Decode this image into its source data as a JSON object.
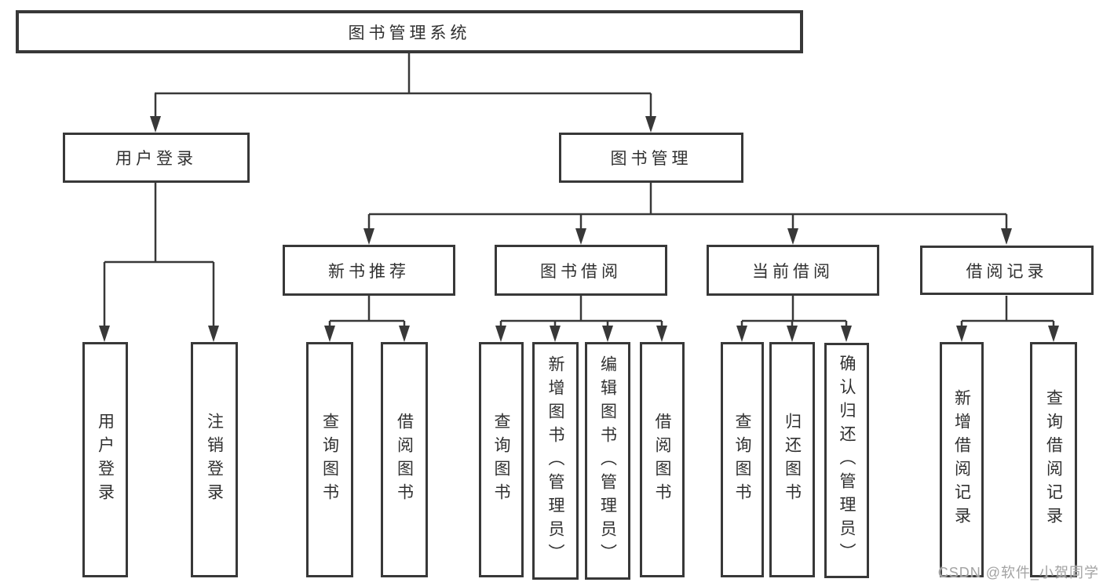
{
  "diagram_title": "图书管理系统",
  "tree": {
    "label": "图书管理系统",
    "children": [
      {
        "label": "用户登录",
        "children": [
          {
            "label": "用户登录"
          },
          {
            "label": "注销登录"
          }
        ]
      },
      {
        "label": "图书管理",
        "children": [
          {
            "label": "新书推荐",
            "children": [
              {
                "label": "查询图书"
              },
              {
                "label": "借阅图书"
              }
            ]
          },
          {
            "label": "图书借阅",
            "children": [
              {
                "label": "查询图书"
              },
              {
                "label": "新增图书（管理员）"
              },
              {
                "label": "编辑图书（管理员）"
              },
              {
                "label": "借阅图书"
              }
            ]
          },
          {
            "label": "当前借阅",
            "children": [
              {
                "label": "查询图书"
              },
              {
                "label": "归还图书"
              },
              {
                "label": "确认归还（管理员）"
              }
            ]
          },
          {
            "label": "借阅记录",
            "children": [
              {
                "label": "新增借阅记录"
              },
              {
                "label": "查询借阅记录"
              }
            ]
          }
        ]
      }
    ]
  },
  "watermark": {
    "text": "CSDN @软件_小贺同学"
  },
  "colors": {
    "background": "#ffffff",
    "box_border": "#383838",
    "line": "#383838",
    "text": "#303030",
    "watermark": "#a3a3a3"
  }
}
